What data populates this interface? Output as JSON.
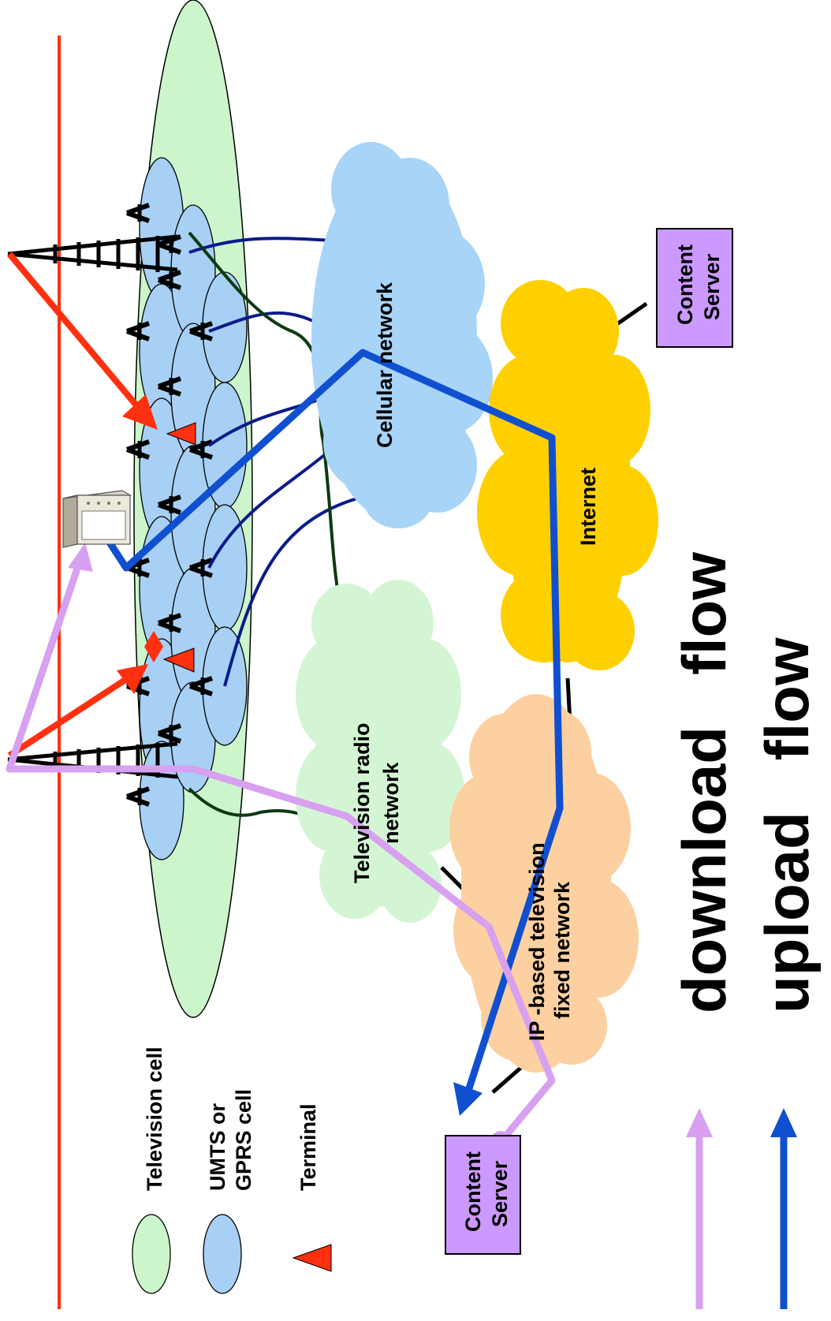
{
  "legend": {
    "television_cell": "Television cell",
    "umts_line1": "UMTS or",
    "umts_line2": "GPRS  cell",
    "terminal": "Terminal"
  },
  "networks": {
    "cellular": "Cellular network",
    "internet": "Internet",
    "tv_radio_line1": "Television radio",
    "tv_radio_line2": "network",
    "ip_tv_line1": "IP -based television",
    "ip_tv_line2": "fixed network"
  },
  "servers": {
    "top": {
      "line1": "Content",
      "line2": "Server"
    },
    "bottom": {
      "line1": "Content",
      "line2": "Server"
    }
  },
  "flows": {
    "download": "download   flow",
    "upload": "upload   flow"
  },
  "colors": {
    "television_cell": "#ccf5cc",
    "umts_cell": "#a8d0f5",
    "cellular_cloud": "#a8d4f8",
    "internet_cloud": "#ffd000",
    "tv_radio_cloud": "#d4f5d4",
    "ip_tv_cloud": "#fcd0a0",
    "content_server": "#cc99ff",
    "download_flow": "#d8a0f0",
    "upload_flow": "#1050d0",
    "broadcast": "#ff3010",
    "cellular_links": "#0a1a8c",
    "tv_links": "#0c3a10"
  }
}
